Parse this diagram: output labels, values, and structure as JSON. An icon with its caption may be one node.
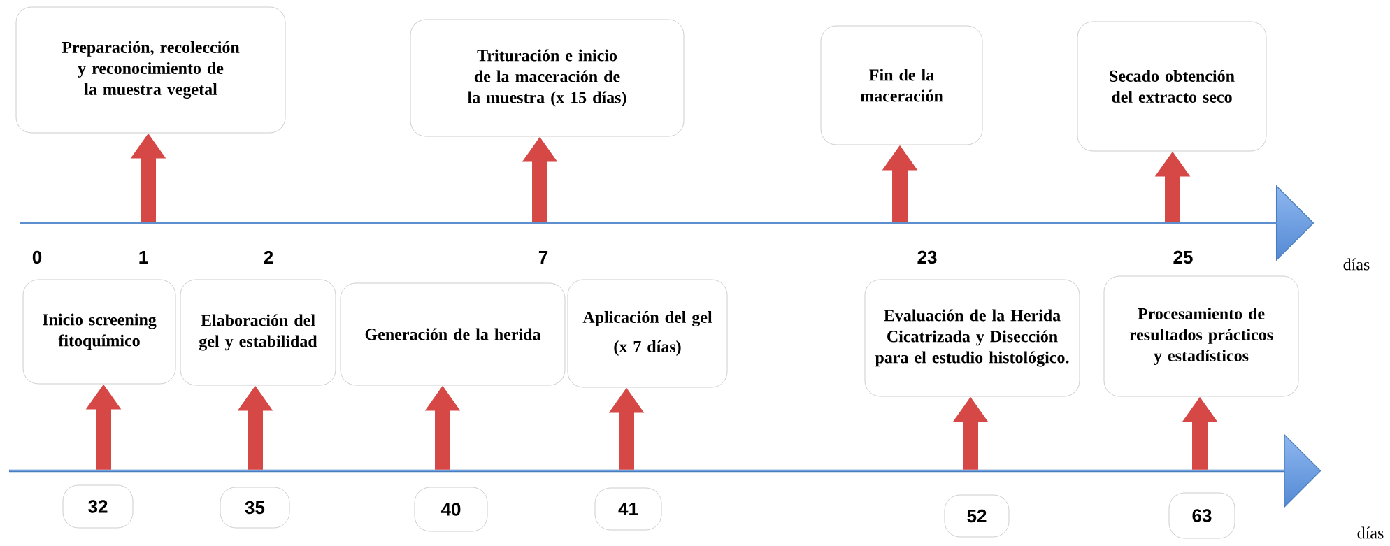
{
  "diagram": {
    "nodes": [
      {
        "text": [],
        "shape": "bar"
      },
      {
        "text": [
          "Preparación, recolección y reconocimiento de la muestra vegetal"
        ]
      },
      {
        "text": [
          "Trituración e inicio de la maceración de la muestra (x 15 días)"
        ]
      },
      {
        "text": [
          "Fin de la maceración"
        ]
      },
      {
        "text": [
          "Secado obtención del extracto seco"
        ]
      },
      {
        "text": [],
        "shape": "bar"
      },
      {
        "text": [
          "Inicio screening fitoquímico"
        ]
      },
      {
        "text": [
          "Elaboración del gel y estabilidad"
        ]
      },
      {
        "text": [
          "Generación de la herida"
        ]
      },
      {
        "text": [
          "Aplicación del gel",
          "(x 7 días)"
        ]
      },
      {
        "text": [
          "Evaluación de la Herida Cicatrizada y Disección para el estudio histológico."
        ]
      },
      {
        "text": [
          "Procesamiento de resultados prácticos y estadísticos"
        ]
      },
      {
        "text": [
          "32"
        ]
      },
      {
        "text": [
          "35"
        ]
      },
      {
        "text": [
          "40"
        ]
      },
      {
        "text": [
          "41"
        ]
      },
      {
        "text": [
          "52"
        ]
      },
      {
        "text": [
          "63"
        ]
      }
    ],
    "edges": [
      {
        "from": 0,
        "to": 1,
        "arrow": "to"
      },
      {
        "from": 0,
        "to": 2,
        "arrow": "to"
      },
      {
        "from": 0,
        "to": 3,
        "arrow": "to"
      },
      {
        "from": 0,
        "to": 4,
        "arrow": "to"
      },
      {
        "from": 5,
        "to": 6,
        "arrow": "to"
      },
      {
        "from": 5,
        "to": 7,
        "arrow": "to"
      },
      {
        "from": 5,
        "to": 8,
        "arrow": "to"
      },
      {
        "from": 5,
        "to": 9,
        "arrow": "to"
      },
      {
        "from": 5,
        "to": 10,
        "arrow": "to"
      },
      {
        "from": 5,
        "to": 11,
        "arrow": "to"
      }
    ],
    "labels": [
      "0",
      "1",
      "2",
      "7",
      "23",
      "25",
      "días",
      "días"
    ]
  }
}
